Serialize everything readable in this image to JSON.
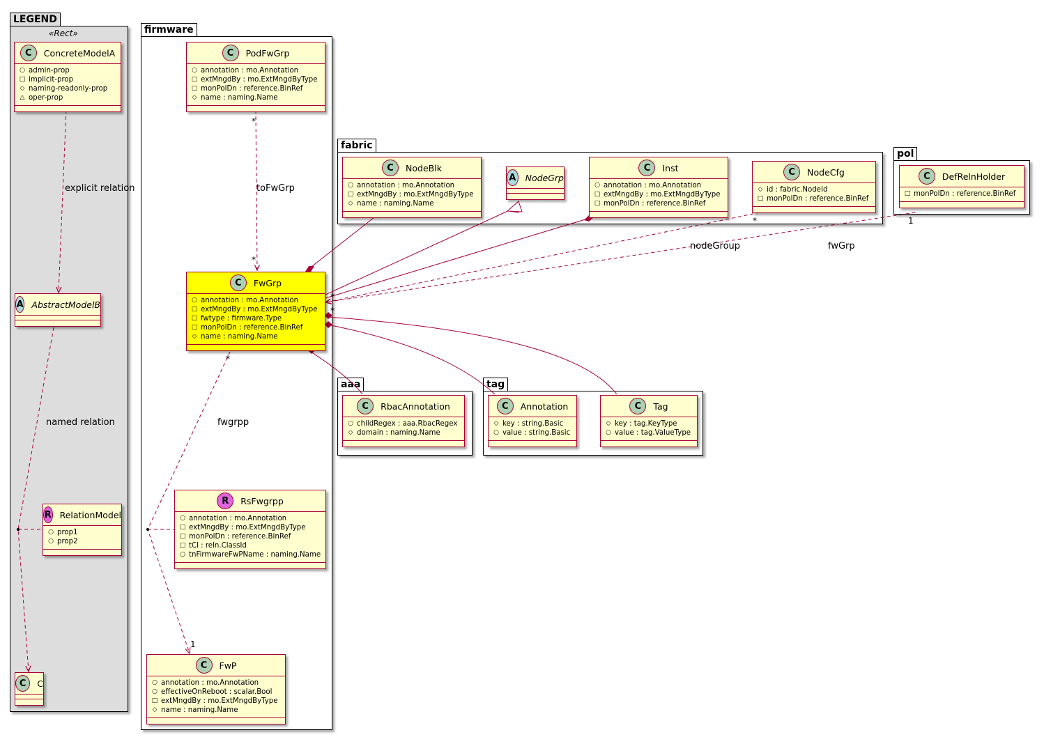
{
  "packages": {
    "legend": "LEGEND",
    "legend_stereotype": "«Rect»",
    "firmware": "firmware",
    "fabric": "fabric",
    "pol": "pol",
    "aaa": "aaa",
    "tag": "tag"
  },
  "classes": {
    "concrete_model_a": {
      "badge": "C",
      "name": "ConcreteModelA",
      "attrs": [
        [
          "+",
          "admin-prop"
        ],
        [
          "-",
          "implicit-prop"
        ],
        [
          "#",
          "naming-readonly-prop"
        ],
        [
          "~",
          "oper-prop"
        ]
      ]
    },
    "abstract_model_b": {
      "badge": "A",
      "name": "AbstractModelB"
    },
    "relation_model": {
      "badge": "R",
      "name": "RelationModel",
      "attrs": [
        [
          "+",
          "prop1"
        ],
        [
          "+",
          "prop2"
        ]
      ]
    },
    "c": {
      "badge": "C",
      "name": "C"
    },
    "pod_fw_grp": {
      "badge": "C",
      "name": "PodFwGrp",
      "attrs": [
        [
          "+",
          "annotation : mo.Annotation"
        ],
        [
          "-",
          "extMngdBy : mo.ExtMngdByType"
        ],
        [
          "-",
          "monPolDn : reference.BinRef"
        ],
        [
          "#",
          "name : naming.Name"
        ]
      ]
    },
    "fw_grp": {
      "badge": "C",
      "name": "FwGrp",
      "attrs": [
        [
          "+",
          "annotation : mo.Annotation"
        ],
        [
          "-",
          "extMngdBy : mo.ExtMngdByType"
        ],
        [
          "-",
          "fwtype : firmware.Type"
        ],
        [
          "-",
          "monPolDn : reference.BinRef"
        ],
        [
          "#",
          "name : naming.Name"
        ]
      ]
    },
    "rs_fwgrpp": {
      "badge": "R",
      "name": "RsFwgrpp",
      "attrs": [
        [
          "+",
          "annotation : mo.Annotation"
        ],
        [
          "-",
          "extMngdBy : mo.ExtMngdByType"
        ],
        [
          "-",
          "monPolDn : reference.BinRef"
        ],
        [
          "-",
          "tCl : reln.ClassId"
        ],
        [
          "+",
          "tnFirmwareFwPName : naming.Name"
        ]
      ]
    },
    "fw_p": {
      "badge": "C",
      "name": "FwP",
      "attrs": [
        [
          "+",
          "annotation : mo.Annotation"
        ],
        [
          "+",
          "effectiveOnReboot : scalar.Bool"
        ],
        [
          "-",
          "extMngdBy : mo.ExtMngdByType"
        ],
        [
          "#",
          "name : naming.Name"
        ]
      ]
    },
    "node_blk": {
      "badge": "C",
      "name": "NodeBlk",
      "attrs": [
        [
          "+",
          "annotation : mo.Annotation"
        ],
        [
          "-",
          "extMngdBy : mo.ExtMngdByType"
        ],
        [
          "#",
          "name : naming.Name"
        ]
      ]
    },
    "node_grp": {
      "badge": "A",
      "name": "NodeGrp"
    },
    "inst": {
      "badge": "C",
      "name": "Inst",
      "attrs": [
        [
          "+",
          "annotation : mo.Annotation"
        ],
        [
          "-",
          "extMngdBy : mo.ExtMngdByType"
        ],
        [
          "-",
          "monPolDn : reference.BinRef"
        ]
      ]
    },
    "node_cfg": {
      "badge": "C",
      "name": "NodeCfg",
      "attrs": [
        [
          "#",
          "id : fabric.NodeId"
        ],
        [
          "-",
          "monPolDn : reference.BinRef"
        ]
      ]
    },
    "def_reln_holder": {
      "badge": "C",
      "name": "DefRelnHolder",
      "attrs": [
        [
          "-",
          "monPolDn : reference.BinRef"
        ]
      ]
    },
    "rbac_annotation": {
      "badge": "C",
      "name": "RbacAnnotation",
      "attrs": [
        [
          "+",
          "childRegex : aaa.RbacRegex"
        ],
        [
          "#",
          "domain : naming.Name"
        ]
      ]
    },
    "annotation": {
      "badge": "C",
      "name": "Annotation",
      "attrs": [
        [
          "#",
          "key : string.Basic"
        ],
        [
          "+",
          "value : string.Basic"
        ]
      ]
    },
    "tag": {
      "badge": "C",
      "name": "Tag",
      "attrs": [
        [
          "#",
          "key : tag.KeyType"
        ],
        [
          "+",
          "value : tag.ValueType"
        ]
      ]
    }
  },
  "edge_labels": {
    "explicit_relation": "explicit relation",
    "named_relation": "named relation",
    "to_fw_grp": "toFwGrp",
    "fwgrpp": "fwgrpp",
    "node_group": "nodeGroup",
    "fw_grp": "fwGrp"
  },
  "multiplicities": {
    "star": "*",
    "one": "1"
  },
  "colors": {
    "class_fill": "#fefece",
    "class_border": "#a80036",
    "highlight": "#ffff00",
    "legend_bg": "#dddddd",
    "edge": "#a80036"
  }
}
